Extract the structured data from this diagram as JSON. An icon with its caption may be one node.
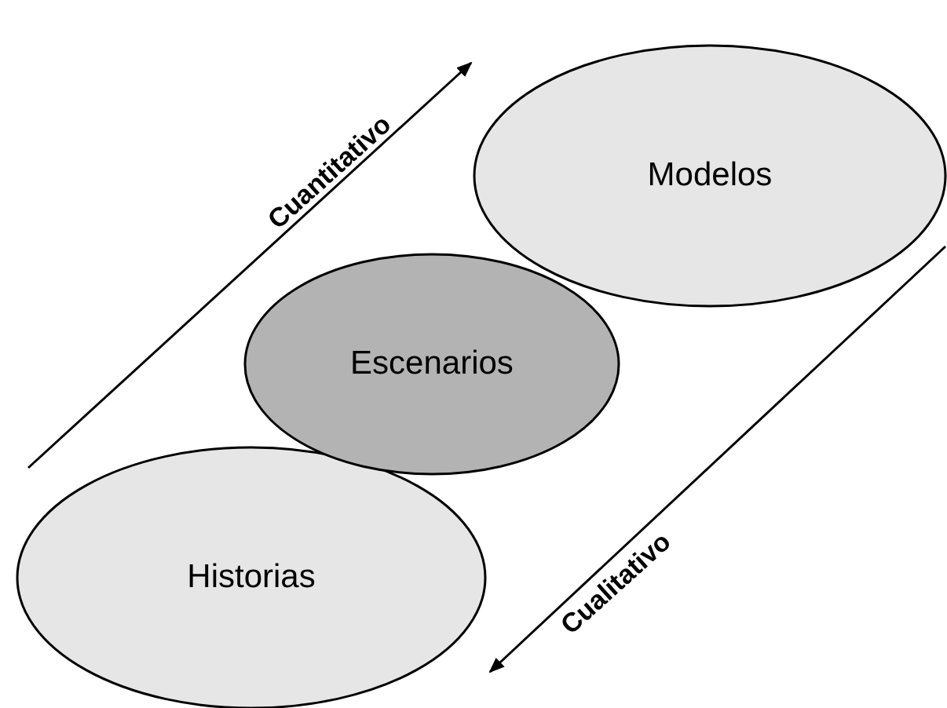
{
  "diagram": {
    "nodes": [
      {
        "text": [
          "Modelos"
        ]
      },
      {
        "text": [
          "Escenarios"
        ]
      },
      {
        "text": [
          "Historias"
        ]
      }
    ],
    "labels": [
      "Cuantitativo",
      "Cualitativo"
    ]
  }
}
